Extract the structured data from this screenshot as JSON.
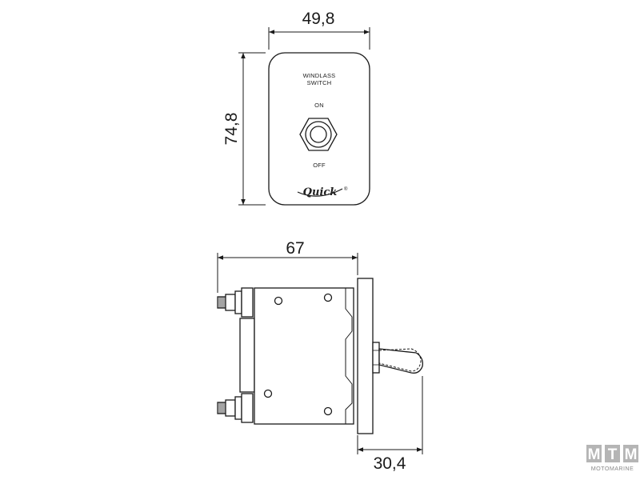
{
  "dimensions": {
    "front_width": "49,8",
    "front_height": "74,8",
    "side_depth": "67",
    "side_protrusion": "30,4"
  },
  "plate": {
    "title_line1": "WINDLASS",
    "title_line2": "SWITCH",
    "on_label": "ON",
    "off_label": "OFF",
    "brand": "Quick",
    "brand_mark": "®"
  },
  "watermark": {
    "letters": [
      "M",
      "T",
      "M"
    ],
    "subtitle": "MOTOMARINE"
  },
  "colors": {
    "line": "#1a1a1a",
    "watermark_box": "#b5b5b5"
  }
}
